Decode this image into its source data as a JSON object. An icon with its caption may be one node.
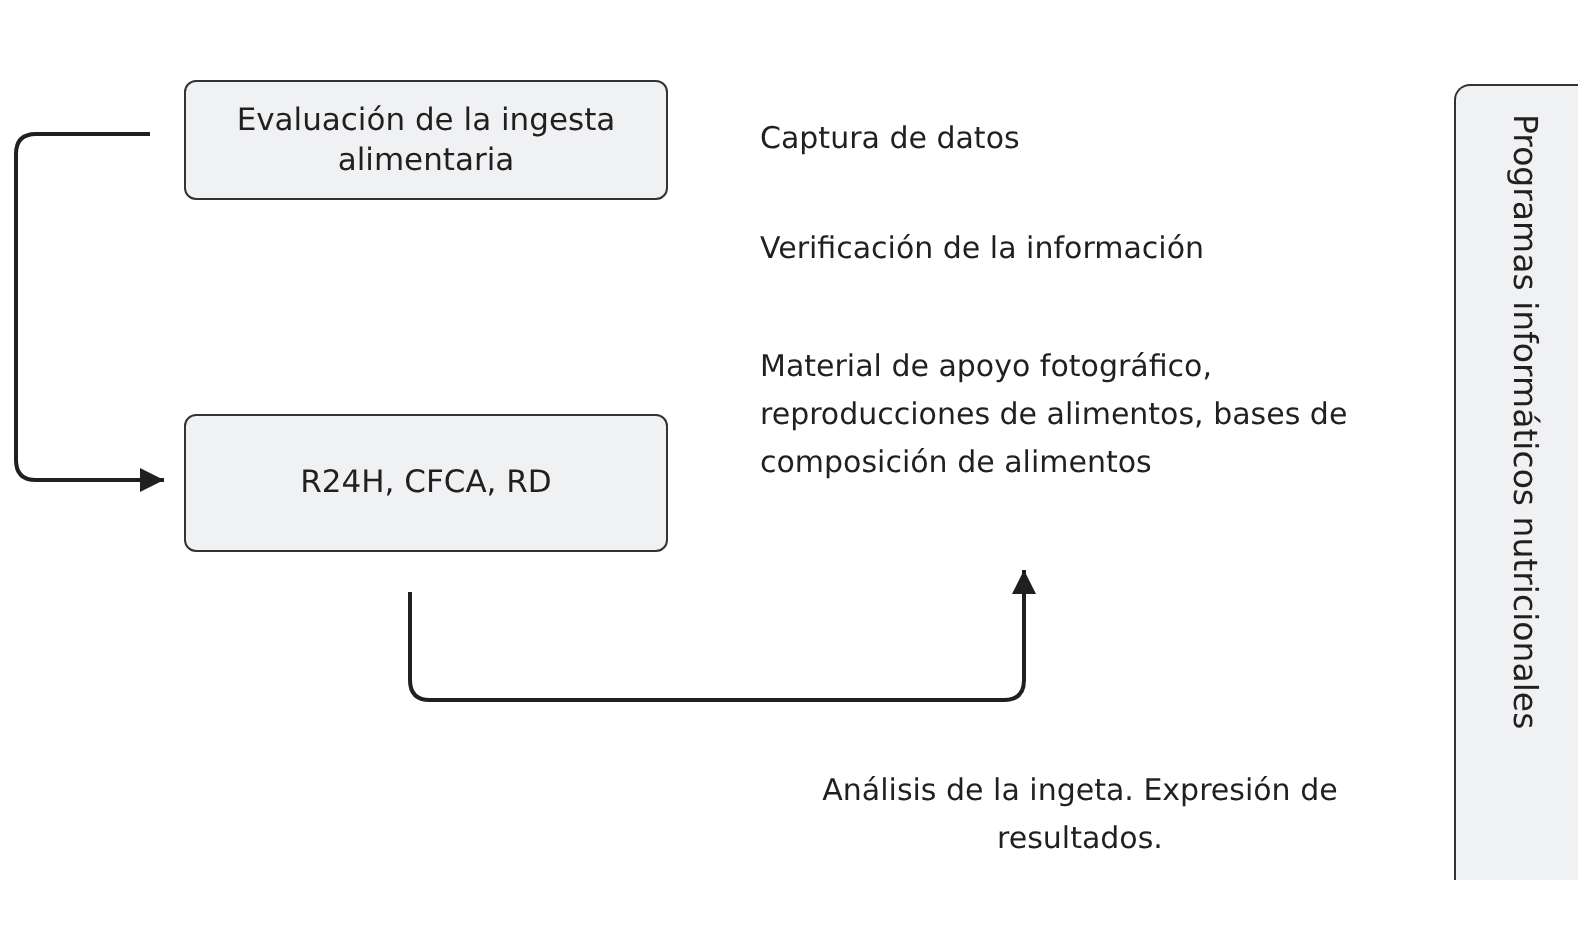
{
  "diagram": {
    "nodes": [
      {
        "text": [
          "Evaluación de la ingesta alimentaria"
        ]
      },
      {
        "text": [
          "R24H, CFCA, RD"
        ]
      },
      {
        "text": [
          "Material de apoyo fotográfico, reproducciones de alimentos, bases de composición de alimentos"
        ]
      },
      {
        "text": [
          "Programas informáticos nutricionales"
        ]
      }
    ],
    "edges": [
      {
        "from": 0,
        "to": 1,
        "arrow": "to"
      },
      {
        "from": 1,
        "to": 2,
        "arrow": "to"
      }
    ],
    "labels": [
      "Captura de datos",
      "Verificación de la información",
      "Análisis de la ingeta. Expresión de resultados."
    ]
  }
}
